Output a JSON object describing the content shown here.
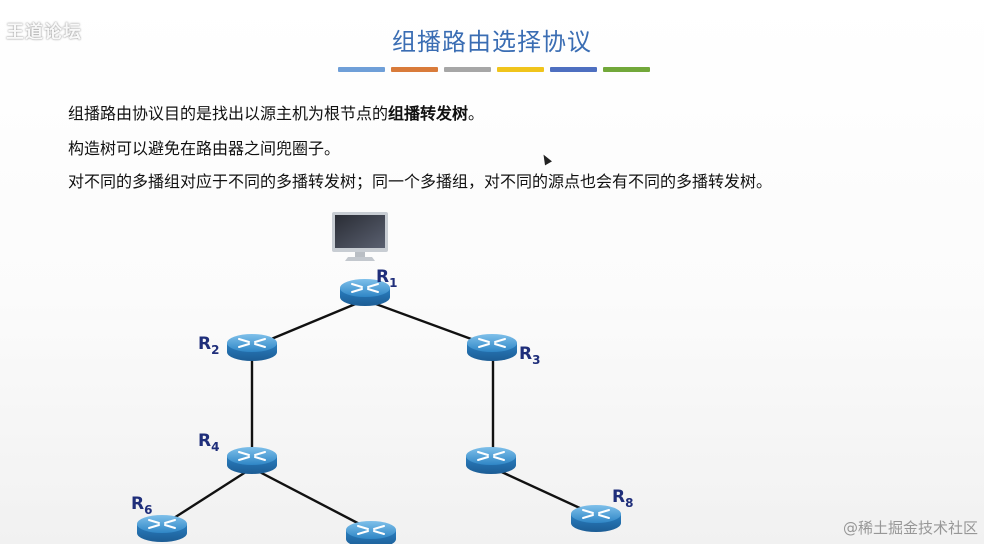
{
  "watermark_top": "王道论坛",
  "title": "组播路由选择协议",
  "color_bar": [
    "#6f9fd8",
    "#d97b3a",
    "#a6a6a6",
    "#f0c41b",
    "#4e6fc0",
    "#72a83a"
  ],
  "lines": {
    "line1_prefix": "组播路由协议目的是找出以源主机为根节点的",
    "line1_bold": "组播转发树",
    "line1_suffix": "。",
    "line2": "构造树可以避免在路由器之间兜圈子。",
    "line3": "对不同的多播组对应于不同的多播转发树；同一个多播组，对不同的源点也会有不同的多播转发树。"
  },
  "routers": {
    "r1": {
      "letter": "R",
      "sub": "1"
    },
    "r2": {
      "letter": "R",
      "sub": "2"
    },
    "r3": {
      "letter": "R",
      "sub": "3"
    },
    "r4": {
      "letter": "R",
      "sub": "4"
    },
    "r6": {
      "letter": "R",
      "sub": "6"
    },
    "r8": {
      "letter": "R",
      "sub": "8"
    }
  },
  "icons": {
    "host": "monitor-icon",
    "router": "router-icon"
  },
  "watermark_bottom": "@稀土掘金技术社区"
}
